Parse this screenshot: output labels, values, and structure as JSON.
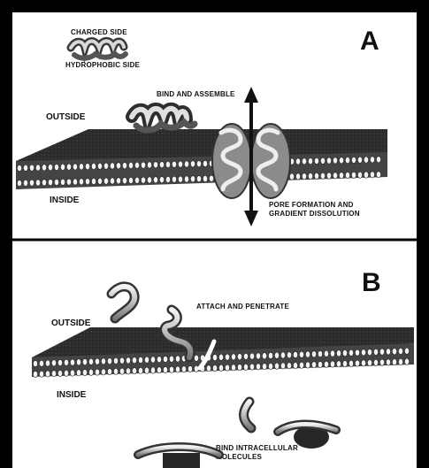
{
  "panel_a": {
    "letter": "A",
    "legend_top": "CHARGED SIDE",
    "legend_bottom": "HYDROPHOBIC SIDE",
    "outside": "OUTSIDE",
    "inside": "INSIDE",
    "step1": "BIND AND ASSEMBLE",
    "step2_line1": "PORE FORMATION AND",
    "step2_line2": "GRADIENT DISSOLUTION"
  },
  "panel_b": {
    "letter": "B",
    "outside": "OUTSIDE",
    "inside": "INSIDE",
    "step1": "ATTACH AND PENETRATE",
    "step2_line1": "BIND INTRACELLULAR",
    "step2_line2": "MOLECULES"
  }
}
